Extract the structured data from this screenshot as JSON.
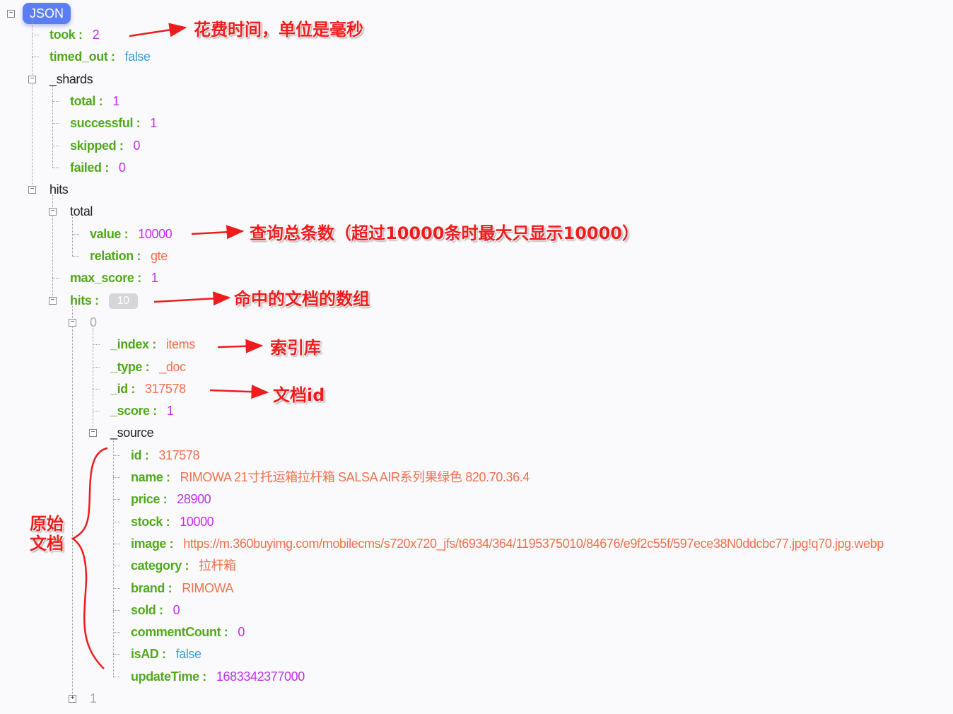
{
  "root_label": "JSON",
  "rows": [
    {
      "depth": 1,
      "key": "took",
      "value": "2",
      "type": "number"
    },
    {
      "depth": 1,
      "key": "timed_out",
      "value": "false",
      "type": "boolean"
    },
    {
      "depth": 1,
      "node": "_shards",
      "open": true
    },
    {
      "depth": 2,
      "key": "total",
      "value": "1",
      "type": "number"
    },
    {
      "depth": 2,
      "key": "successful",
      "value": "1",
      "type": "number"
    },
    {
      "depth": 2,
      "key": "skipped",
      "value": "0",
      "type": "number"
    },
    {
      "depth": 2,
      "key": "failed",
      "value": "0",
      "type": "number"
    },
    {
      "depth": 1,
      "node": "hits",
      "open": true
    },
    {
      "depth": 2,
      "node": "total",
      "open": true
    },
    {
      "depth": 3,
      "key": "value",
      "value": "10000",
      "type": "number"
    },
    {
      "depth": 3,
      "key": "relation",
      "value": "gte",
      "type": "string"
    },
    {
      "depth": 2,
      "key": "max_score",
      "value": "1",
      "type": "number"
    },
    {
      "depth": 2,
      "key": "hits",
      "badge": "10",
      "open": true
    },
    {
      "depth": 3,
      "index": "0",
      "open": true
    },
    {
      "depth": 4,
      "key": "_index",
      "value": "items",
      "type": "string"
    },
    {
      "depth": 4,
      "key": "_type",
      "value": "_doc",
      "type": "string"
    },
    {
      "depth": 4,
      "key": "_id",
      "value": "317578",
      "type": "string"
    },
    {
      "depth": 4,
      "key": "_score",
      "value": "1",
      "type": "number"
    },
    {
      "depth": 4,
      "node": "_source",
      "open": true
    },
    {
      "depth": 5,
      "key": "id",
      "value": "317578",
      "type": "string"
    },
    {
      "depth": 5,
      "key": "name",
      "value": "RIMOWA 21寸托运箱拉杆箱 SALSA AIR系列果绿色 820.70.36.4",
      "type": "string"
    },
    {
      "depth": 5,
      "key": "price",
      "value": "28900",
      "type": "number"
    },
    {
      "depth": 5,
      "key": "stock",
      "value": "10000",
      "type": "number"
    },
    {
      "depth": 5,
      "key": "image",
      "value": "https://m.360buyimg.com/mobilecms/s720x720_jfs/t6934/364/1195375010/84676/e9f2c55f/597ece38N0ddcbc77.jpg!q70.jpg.webp",
      "type": "string"
    },
    {
      "depth": 5,
      "key": "category",
      "value": "拉杆箱",
      "type": "string"
    },
    {
      "depth": 5,
      "key": "brand",
      "value": "RIMOWA",
      "type": "string"
    },
    {
      "depth": 5,
      "key": "sold",
      "value": "0",
      "type": "number"
    },
    {
      "depth": 5,
      "key": "commentCount",
      "value": "0",
      "type": "number"
    },
    {
      "depth": 5,
      "key": "isAD",
      "value": "false",
      "type": "boolean"
    },
    {
      "depth": 5,
      "key": "updateTime",
      "value": "1683342377000",
      "type": "number"
    },
    {
      "depth": 3,
      "index": "1",
      "open": false
    }
  ],
  "annotations": {
    "took": "花费时间，单位是毫秒",
    "total": "查询总条数（超过10000条时最大只显示10000）",
    "hits": "命中的文档的数组",
    "index": "索引库",
    "id": "文档id",
    "source_line1": "原始",
    "source_line2": "文档"
  },
  "colors": {
    "key": "#52a81c",
    "number": "#c030ee",
    "boolean": "#3a9fd6",
    "string": "#f0704a",
    "root": "#5b7ef5",
    "annotation": "#ee1c1c"
  }
}
